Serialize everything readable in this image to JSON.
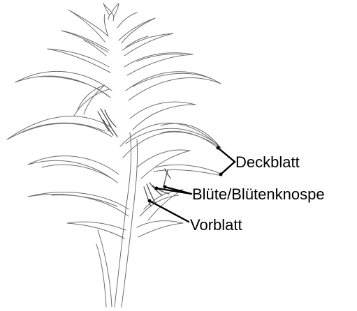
{
  "figure": {
    "labels": {
      "bract": "Deckblatt",
      "flower": "Blüte/Blütenknospe",
      "prophyll": "Vorblatt"
    },
    "colors": {
      "line_art": "#6e6e6e",
      "label_text": "#000000",
      "pointer": "#000000",
      "background": "#ffffff"
    }
  }
}
